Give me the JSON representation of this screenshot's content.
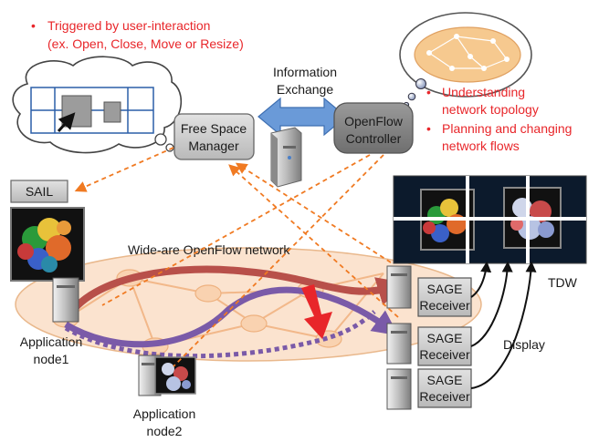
{
  "notes": {
    "trigger_1": "Triggered by user-interaction",
    "trigger_2": "(ex. Open, Close, Move or Resize)",
    "understand_1": "Understanding",
    "understand_2": "network topology",
    "planning_1": "Planning and changing",
    "planning_2": "network flows"
  },
  "boxes": {
    "fsm_1": "Free Space",
    "fsm_2": "Manager",
    "ofc_1": "OpenFlow",
    "ofc_2": "Controller",
    "sail": "SAIL",
    "sage_1": "SAGE",
    "sage_2": "Receiver"
  },
  "labels": {
    "info_1": "Information",
    "info_2": "Exchange",
    "network": "Wide-are OpenFlow network",
    "tdw": "TDW",
    "display": "Display",
    "app1_1": "Application",
    "app1_2": "node1",
    "app2_1": "Application",
    "app2_2": "node2"
  },
  "colors": {
    "note_red": "#e8262a",
    "box_gray": "#c8c8c8",
    "dashed_orange": "#f07a22",
    "flow_red": "#b8504a",
    "flow_purple": "#7a5aa8",
    "network_fill": "#fbe3cf",
    "arrow_blue": "#5b8fd1"
  },
  "icons": [
    "server-icon",
    "thought-bubble-icon",
    "double-arrow-icon",
    "red-arrow-icon"
  ]
}
